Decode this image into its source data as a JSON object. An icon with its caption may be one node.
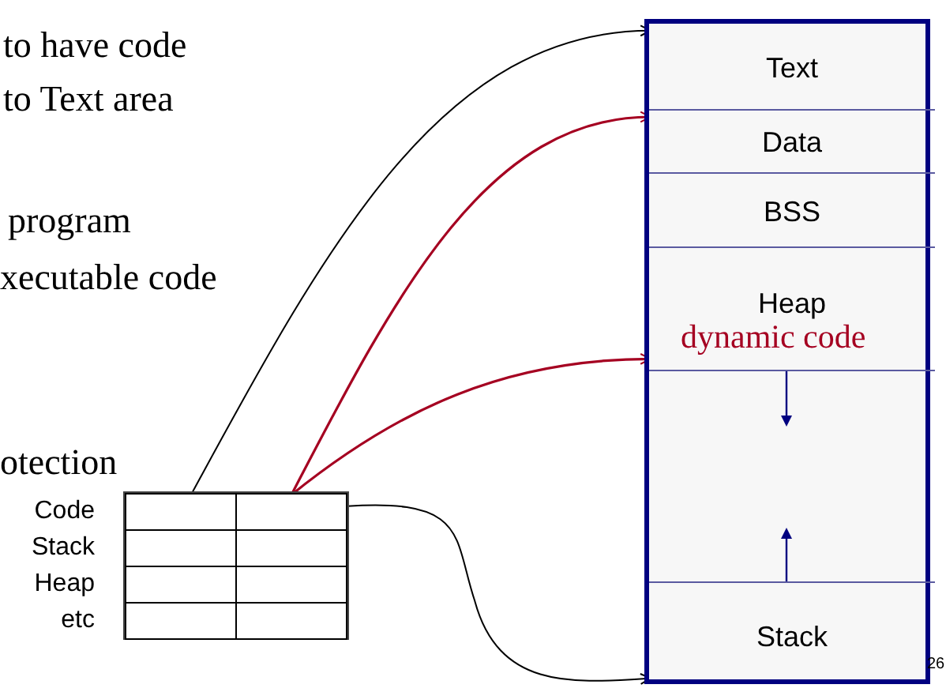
{
  "diagram": {
    "nodes": [
      {
        "text": [],
        "shape": "box"
      },
      {
        "text": [
          "Text"
        ],
        "in": 0
      },
      {
        "text": [
          "Data"
        ],
        "in": 0
      },
      {
        "text": [
          "BSS"
        ],
        "in": 0
      },
      {
        "text": [
          "Heap",
          "dynamic code"
        ],
        "in": 0
      },
      {
        "text": [],
        "shape": "box",
        "in": 0
      },
      {
        "text": [
          "Stack"
        ],
        "in": 0
      },
      {
        "text": [],
        "shape": "box"
      },
      {
        "text": [],
        "shape": "box",
        "in": 7
      },
      {
        "text": [],
        "shape": "box",
        "in": 7
      },
      {
        "text": [],
        "shape": "box",
        "in": 7
      },
      {
        "text": [],
        "shape": "box",
        "in": 7
      },
      {
        "text": [],
        "shape": "box",
        "in": 7
      },
      {
        "text": [],
        "shape": "box",
        "in": 7
      },
      {
        "text": [],
        "shape": "box",
        "in": 7
      },
      {
        "text": [],
        "shape": "box",
        "in": 7
      }
    ],
    "edges": [
      {
        "from": 8,
        "to": 1,
        "arrow": "to"
      },
      {
        "from": 9,
        "to": 2,
        "arrow": "to",
        "color": "#a50021"
      },
      {
        "from": 9,
        "to": 4,
        "arrow": "to",
        "color": "#a50021"
      },
      {
        "from": 9,
        "to": 6,
        "arrow": "to"
      }
    ],
    "labels": [
      "to have code",
      "to Text area",
      "program",
      "xecutable code",
      "otection",
      "Code",
      "Stack",
      "Heap",
      "etc",
      "26"
    ]
  }
}
